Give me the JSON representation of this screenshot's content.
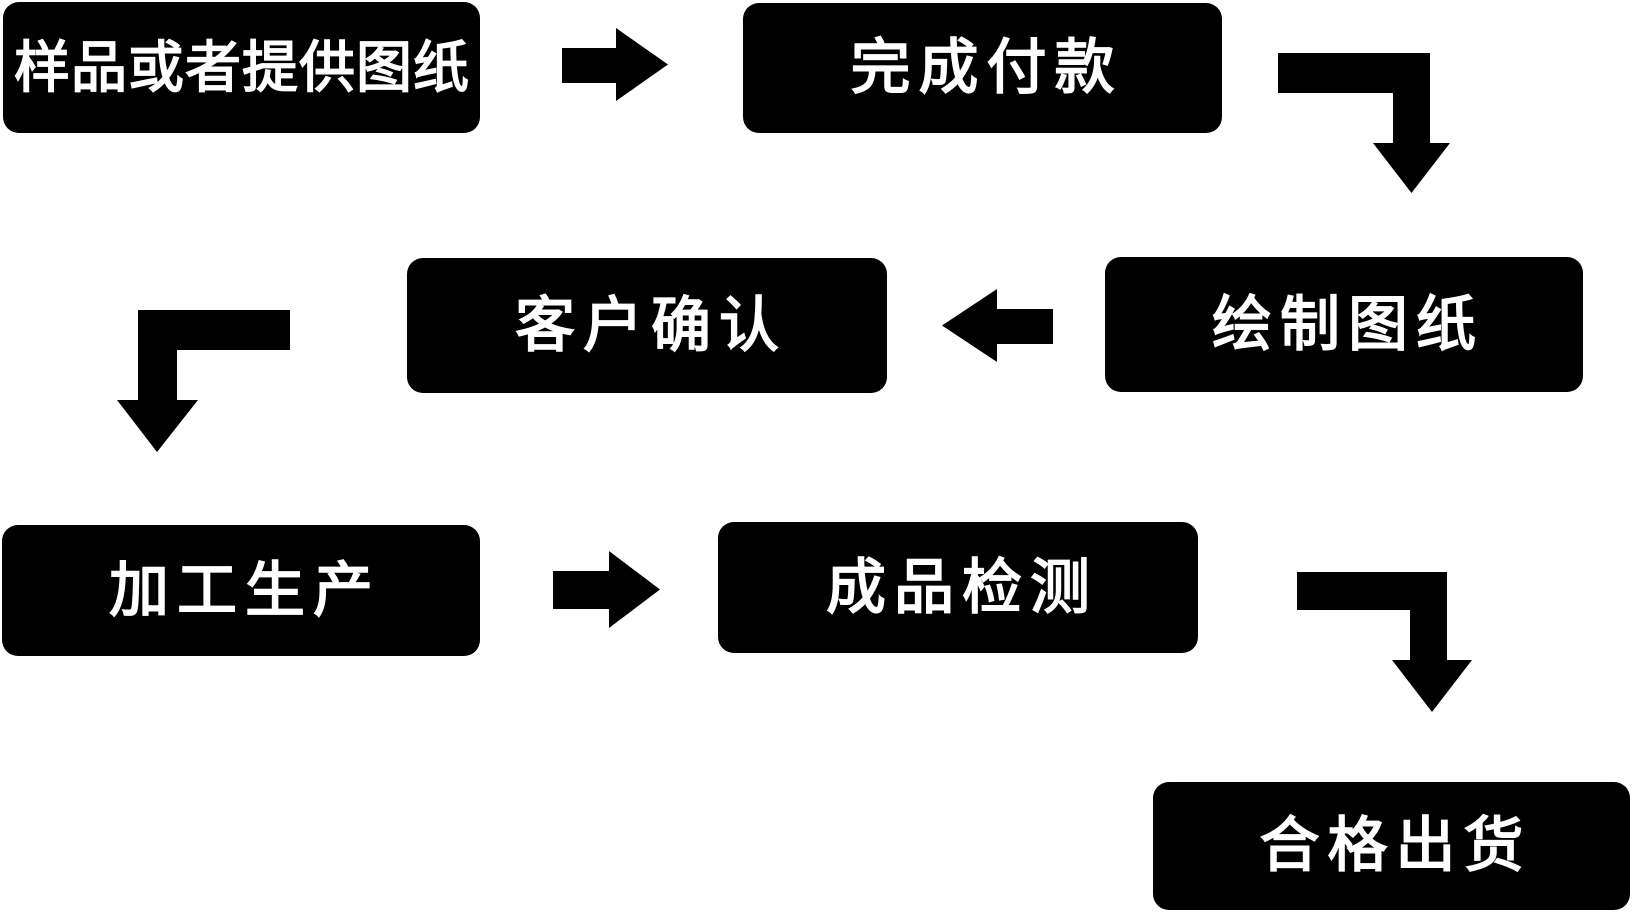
{
  "flowchart": {
    "background_color": "#ffffff",
    "node_fill_color": "#000000",
    "node_text_color": "#ffffff",
    "arrow_color": "#000000",
    "nodes": [
      {
        "id": "sample-or-drawing",
        "label": "样品或者提供图纸"
      },
      {
        "id": "complete-payment",
        "label": "完成付款"
      },
      {
        "id": "draw-drawings",
        "label": "绘制图纸"
      },
      {
        "id": "customer-confirmation",
        "label": "客户确认"
      },
      {
        "id": "processing-production",
        "label": "加工生产"
      },
      {
        "id": "product-inspection",
        "label": "成品检测"
      },
      {
        "id": "qualified-shipment",
        "label": "合格出货"
      }
    ],
    "connectors": [
      {
        "from": "sample-or-drawing",
        "to": "complete-payment",
        "shape": "straight-right"
      },
      {
        "from": "complete-payment",
        "to": "draw-drawings",
        "shape": "bent-right-down"
      },
      {
        "from": "draw-drawings",
        "to": "customer-confirmation",
        "shape": "straight-left"
      },
      {
        "from": "customer-confirmation",
        "to": "processing-production",
        "shape": "bent-left-down"
      },
      {
        "from": "processing-production",
        "to": "product-inspection",
        "shape": "straight-right"
      },
      {
        "from": "product-inspection",
        "to": "qualified-shipment",
        "shape": "bent-right-down"
      }
    ]
  }
}
